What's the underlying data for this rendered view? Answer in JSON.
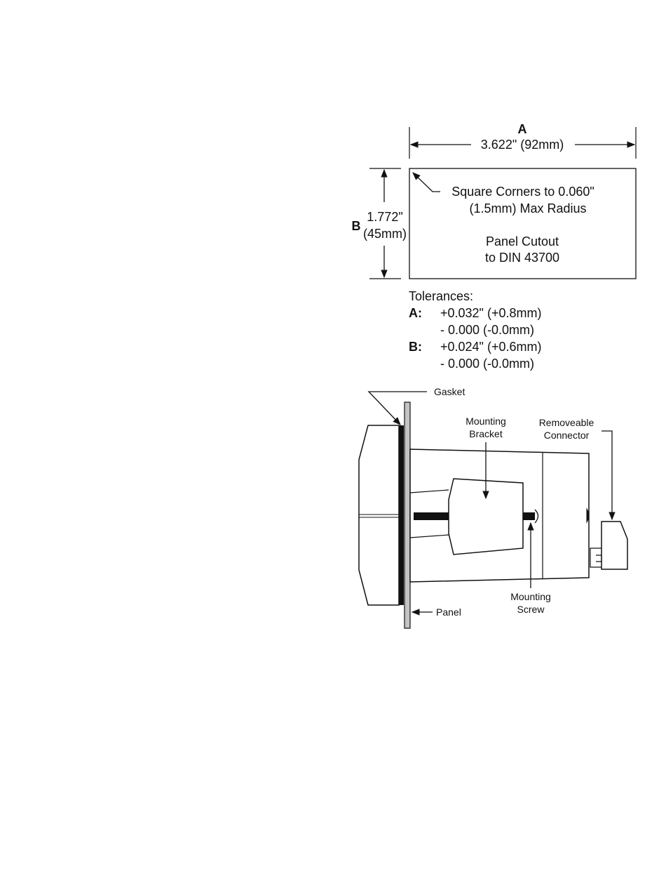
{
  "cutout": {
    "dim_a_letter": "A",
    "dim_a_value": "3.622\" (92mm)",
    "dim_b_letter": "B",
    "dim_b_value_line1": "1.772\"",
    "dim_b_value_line2": "(45mm)",
    "corner_note_line1": "Square Corners to 0.060\"",
    "corner_note_line2": "(1.5mm) Max Radius",
    "panel_cutout_line1": "Panel Cutout",
    "panel_cutout_line2": "to DIN 43700"
  },
  "tolerances": {
    "heading": "Tolerances:",
    "a_label": "A:",
    "a_plus": "+0.032\" (+0.8mm)",
    "a_minus": "- 0.000 (-0.0mm)",
    "b_label": "B:",
    "b_plus": "+0.024\" (+0.6mm)",
    "b_minus": "- 0.000 (-0.0mm)"
  },
  "side_view": {
    "gasket_label": "Gasket",
    "bracket_label_line1": "Mounting",
    "bracket_label_line2": "Bracket",
    "connector_label_line1": "Removeable",
    "connector_label_line2": "Connector",
    "screw_label_line1": "Mounting",
    "screw_label_line2": "Screw",
    "panel_label": "Panel"
  }
}
